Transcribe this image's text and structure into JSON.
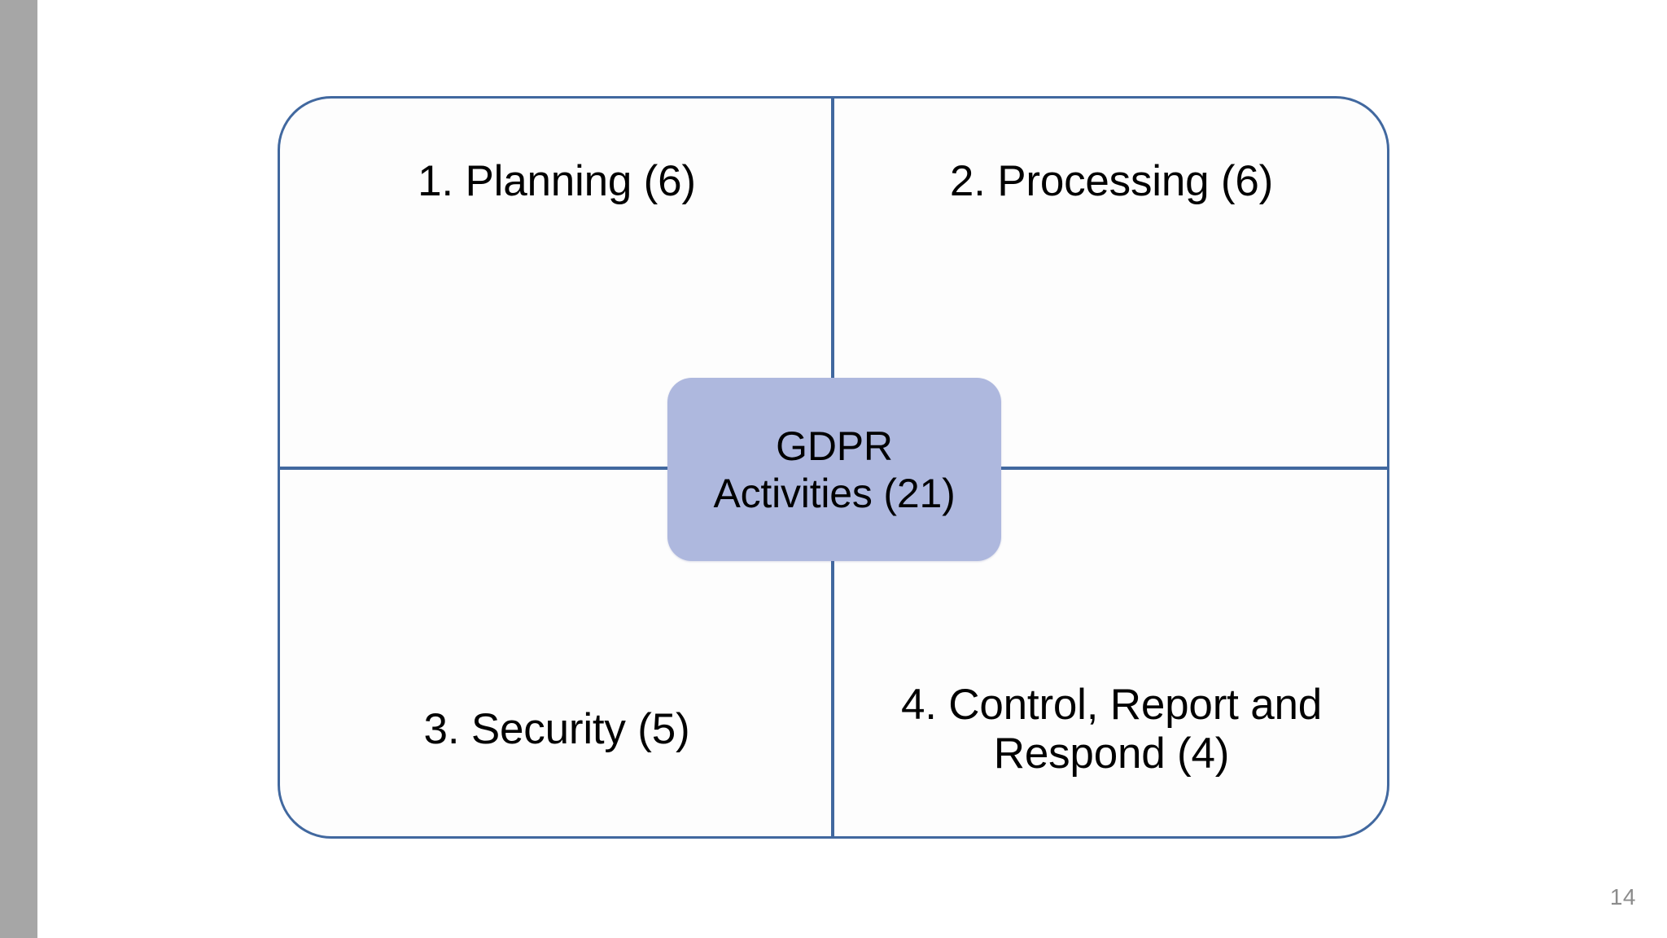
{
  "slide": {
    "page_number": "14",
    "background_color": "#FFFFFF",
    "gutter_color": "#A6A6A6"
  },
  "diagram": {
    "type": "quadrant-hub",
    "frame_border_color": "#41689F",
    "center": {
      "fill_color": "#AEB8DE",
      "line1": "GDPR",
      "line2": "Activities (21)",
      "total_count": 21
    },
    "quadrants": [
      {
        "id": 1,
        "label": "1. Planning (6)",
        "count": 6,
        "position": "top-left"
      },
      {
        "id": 2,
        "label": "2. Processing (6)",
        "count": 6,
        "position": "top-right"
      },
      {
        "id": 3,
        "label": "3. Security (5)",
        "count": 5,
        "position": "bottom-left"
      },
      {
        "id": 4,
        "label": "4. Control, Report and\nRespond (4)",
        "count": 4,
        "position": "bottom-right"
      }
    ]
  }
}
